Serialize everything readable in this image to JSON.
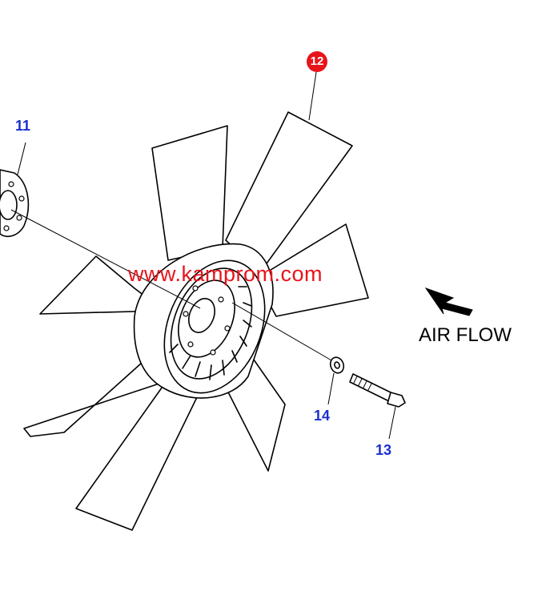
{
  "callouts": {
    "part_11": "11",
    "part_12": "12",
    "part_13": "13",
    "part_14": "14"
  },
  "watermark": "www.kamprom.com",
  "airflow_label": "AIR FLOW",
  "colors": {
    "callout_blue": "#1b2fd0",
    "highlight_red": "#e8141b",
    "line_black": "#000000"
  }
}
